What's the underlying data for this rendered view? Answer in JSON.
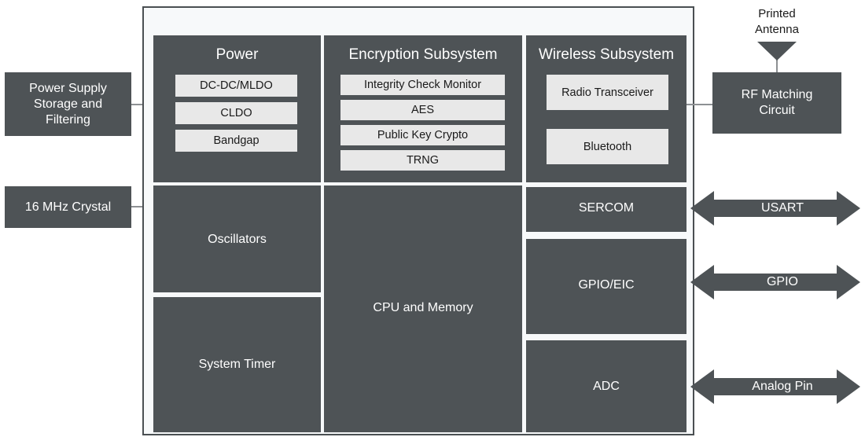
{
  "colors": {
    "block_fill": "#4e5356",
    "subblock_fill": "#e8e8e8",
    "chip_background": "#f7f9fa",
    "chip_border": "#4a4f52",
    "connector": "#8d9093",
    "text_light": "#ffffff",
    "text_dark": "#1a1a1a"
  },
  "external": {
    "power_supply": "Power Supply\nStorage and\nFiltering",
    "power_supply_lines": [
      "Power Supply",
      "Storage and",
      "Filtering"
    ],
    "crystal": "16 MHz Crystal",
    "rf_matching_lines": [
      "RF Matching",
      "Circuit"
    ],
    "antenna_lines": [
      "Printed",
      "Antenna"
    ]
  },
  "chip": {
    "groups": [
      {
        "name": "power",
        "title": "Power",
        "items": [
          "DC-DC/MLDO",
          "CLDO",
          "Bandgap"
        ]
      },
      {
        "name": "encryption",
        "title": "Encryption Subsystem",
        "items": [
          "Integrity Check Monitor",
          "AES",
          "Public Key Crypto",
          "TRNG"
        ]
      },
      {
        "name": "wireless",
        "title": "Wireless Subsystem",
        "items": [
          "Radio Transceiver",
          "Bluetooth"
        ]
      }
    ],
    "units": {
      "oscillators": "Oscillators",
      "system_timer": "System Timer",
      "cpu_memory": "CPU and Memory",
      "sercom": "SERCOM",
      "gpio_eic": "GPIO/EIC",
      "adc": "ADC"
    }
  },
  "io_arrows": [
    {
      "name": "usart",
      "label": "USART"
    },
    {
      "name": "gpio",
      "label": "GPIO"
    },
    {
      "name": "analog-pin",
      "label": "Analog Pin"
    }
  ]
}
